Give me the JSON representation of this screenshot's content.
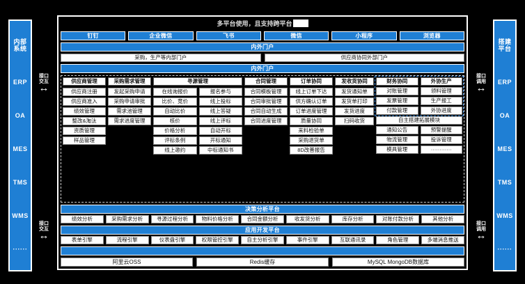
{
  "colors": {
    "accent": "#1f7fd4",
    "frame": "#ffffff",
    "background": "#000000",
    "highlight": "#3f8fe0"
  },
  "left_rail": {
    "items": [
      "内部\n系统",
      "ERP",
      "OA",
      "MES",
      "TMS",
      "WMS",
      "······"
    ]
  },
  "right_rail": {
    "items": [
      "搭建\n平台",
      "ERP",
      "OA",
      "MES",
      "TMS",
      "WMS",
      "······"
    ]
  },
  "connectors": {
    "left_top": "接口\n交互",
    "left_bottom": "接口\n交互",
    "right_top": "接口\n调用",
    "right_bottom": "接口\n调用",
    "arrow": "↔"
  },
  "header": {
    "title": "多平台使用，且支持跨平台",
    "platforms": [
      "钉钉",
      "企业微信",
      "飞书",
      "微信",
      "小程序",
      "浏览器"
    ]
  },
  "portal": {
    "band_title": "内外门户",
    "internal": "采购，生产等内部门户",
    "external": "供应商协同外部门户",
    "band_title2": "内外门户"
  },
  "capability": {
    "groups": [
      {
        "name": "supplier",
        "header": "供应商管理",
        "items": [
          "供应商注册",
          "供应商准入",
          "绩效管理",
          "整改&淘汰",
          "资质管理",
          "样品管理"
        ]
      },
      {
        "name": "demand",
        "header": "采购需求管理",
        "items": [
          "发起采购申请",
          "采购申请审批",
          "需求池管理",
          "需求进度管理"
        ]
      },
      {
        "name": "sourcing",
        "header": "寻源管理",
        "col_a": [
          "在线询报价",
          "比价、竞价",
          "自动比价",
          "核价",
          "价格分析",
          "评标条例",
          "线上邀约"
        ],
        "col_b": [
          "报名参与",
          "线上投标",
          "线上答疑",
          "线上评标",
          "自动开标",
          "开标通知",
          "中标通知书"
        ]
      },
      {
        "name": "contract",
        "header": "合同管理",
        "items": [
          "合同模板管理",
          "合同审批管理",
          "合同自动生成",
          "合同进度管理"
        ]
      },
      {
        "name": "order",
        "header": "订单协同",
        "items": [
          "线上订单下达",
          "供方确认订单",
          "订单进度管理",
          "质量协同",
          "来料检验单",
          "采购退货单",
          "8D改善报告"
        ]
      },
      {
        "name": "shipping",
        "header": "发收货协同",
        "items": [
          "发货通知单",
          "发货单打印",
          "发货进度",
          "扫码收货"
        ]
      },
      {
        "name": "finance_outsource",
        "header_a": "财务协同",
        "header_b": "外协生产",
        "col_a": [
          "对账管理",
          "发票管理",
          "付款管理"
        ],
        "col_b": [
          "领料管理",
          "生产报工",
          "外协进度"
        ],
        "span_label": "自主搭建拓展模块",
        "extra_a": [
          "通知公告",
          "物流管理"
        ],
        "extra_b": [
          "预警提醒",
          "投诉管理"
        ],
        "extra_a2": [
          "模具管理"
        ],
        "extra_b2": [
          "············"
        ]
      }
    ]
  },
  "decision_platform": {
    "title": "决策分析平台",
    "items": [
      "绩效分析",
      "采购需求分析",
      "寻源过程分析",
      "物料价格分析",
      "合同金额分析",
      "收发货分析",
      "库存分析",
      "对账付款分析",
      "其他分析"
    ]
  },
  "app_platform": {
    "title": "应用开发平台",
    "items": [
      "表单引擎",
      "流程引擎",
      "仪表盘引擎",
      "权限管控引擎",
      "自主分析引擎",
      "事件引擎",
      "互联通讯录",
      "角色管理",
      "多端消息推送"
    ]
  },
  "infrastructure": {
    "band": "",
    "items": [
      "阿里云OSS",
      "Redis缓存",
      "MySQL MongoDB数据库"
    ]
  }
}
